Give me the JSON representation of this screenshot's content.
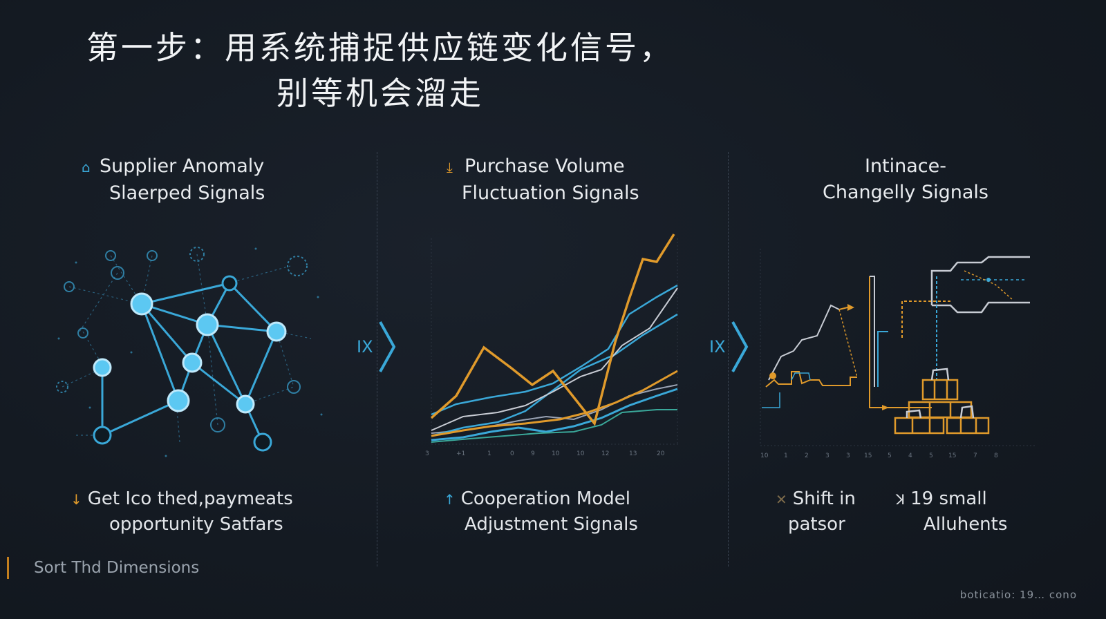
{
  "title": {
    "line1": "第一步：用系统捕捉供应链变化信号，",
    "line2": "别等机会溜走"
  },
  "panels": [
    {
      "heading_line1": "Supplier Anomaly",
      "heading_line2": "Slaerped Signals",
      "icon": "trend-up-icon",
      "footer_line1": "Get Ico thed,paymeats",
      "footer_line2": "opportunity Satfars",
      "footer_icon": "arrow-down-icon"
    },
    {
      "heading_line1": "Purchase Volume",
      "heading_line2": "Fluctuation Signals",
      "icon": "arrow-down-icon",
      "footer_line1": "Cooperation Model",
      "footer_line2": "Adjustment Signals",
      "footer_icon": "arrow-up-icon",
      "x_ticks": [
        "3",
        "+1",
        "1",
        "0",
        "9",
        "10",
        "10",
        "12",
        "13",
        "20"
      ]
    },
    {
      "heading_line1": "Intinace-",
      "heading_line2": "Changelly Signals",
      "footer_a_line1": "Shift in",
      "footer_a_line2": "patsor",
      "footer_a_icon": "x-icon",
      "footer_b_line1": "19 small",
      "footer_b_line2": "Alluhents",
      "footer_b_icon": "k-icon",
      "x_ticks": [
        "10",
        "1",
        "2",
        "3",
        "3",
        "15",
        "5",
        "4",
        "5",
        "15",
        "7",
        "8"
      ]
    }
  ],
  "connector_label": "IX",
  "dimensions_label": "Sort Thd Dimensions",
  "credit": "boticatio: 19… cono",
  "colors": {
    "accent_blue": "#3aa8d8",
    "accent_orange": "#e09a2b",
    "background": "#141a22"
  }
}
